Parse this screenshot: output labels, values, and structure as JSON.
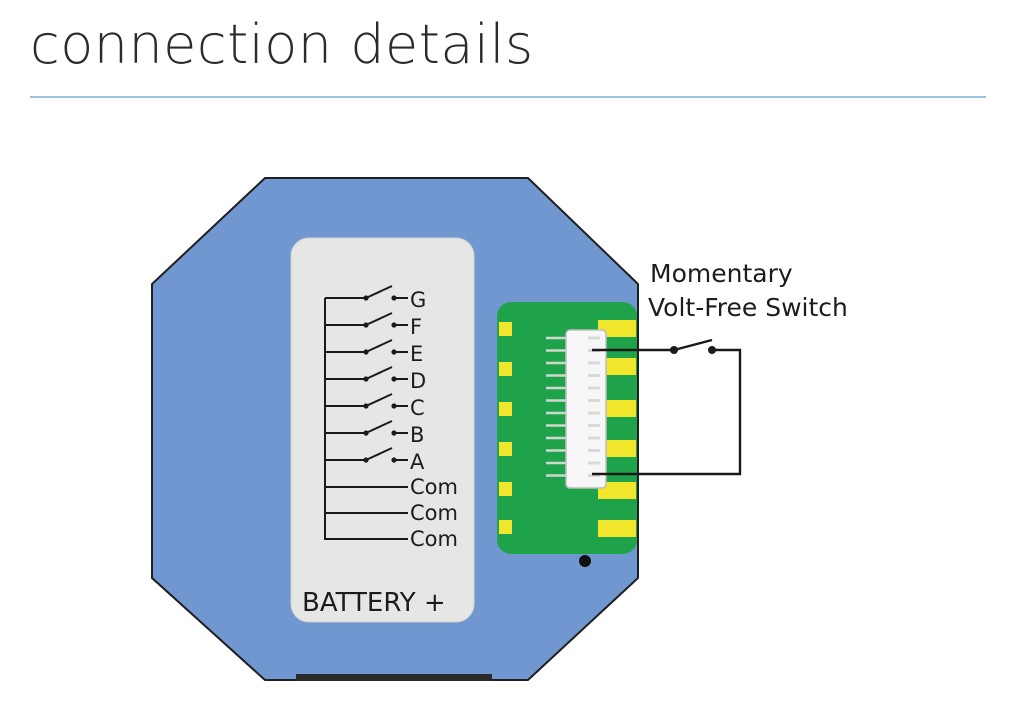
{
  "header": {
    "title": "connection details"
  },
  "diagram": {
    "terminals": [
      "G",
      "F",
      "E",
      "D",
      "C",
      "B",
      "A",
      "Com",
      "Com",
      "Com"
    ],
    "battery_label": "BATTERY +",
    "switch_label": {
      "line1": "Momentary",
      "line2": "Volt-Free Switch"
    },
    "colors": {
      "housing": "#7097d0",
      "label_panel": "#e6e6e4",
      "circuit_board": "#1fa34a",
      "contact_pads": "#f2e62c",
      "wire": "#1a1a1a"
    }
  }
}
